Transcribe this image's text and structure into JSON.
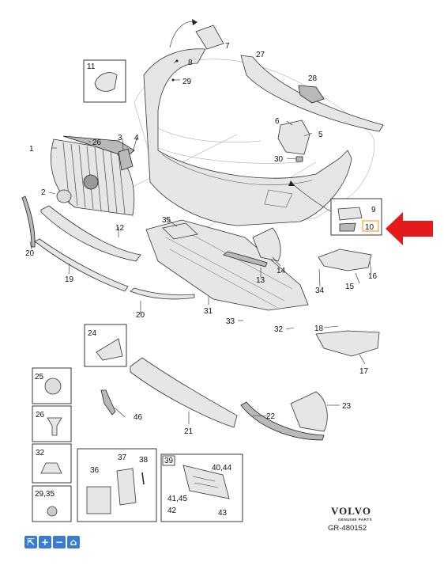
{
  "labels": {
    "n1": "1",
    "n2": "2",
    "n3": "3",
    "n4": "4",
    "n5": "5",
    "n6": "6",
    "n7": "7",
    "n8": "8",
    "n9": "9",
    "n10": "10",
    "n11": "11",
    "n12": "12",
    "n13": "13",
    "n14": "14",
    "n15": "15",
    "n16": "16",
    "n17": "17",
    "n18": "18",
    "n19": "19",
    "n20a": "20",
    "n20b": "20",
    "n21": "21",
    "n22": "22",
    "n23": "23",
    "n24": "24",
    "n25": "25",
    "n26a": "26",
    "n26b": "26",
    "n27": "27",
    "n28": "28",
    "n29": "29",
    "n30": "30",
    "n31": "31",
    "n32a": "32",
    "n32b": "32",
    "n33": "33",
    "n34": "34",
    "n35": "35",
    "n36": "36",
    "n37": "37",
    "n38": "38",
    "n39": "39",
    "n40": "40,44",
    "n41": "41,45",
    "n42": "42",
    "n43": "43",
    "n46": "46",
    "n2935": "29,35"
  },
  "brand": {
    "name": "VOLVO",
    "tagline": "GENUINE PARTS",
    "code": "GR-480152"
  },
  "colors": {
    "highlight_arrow": "#e31b1b",
    "selected_box": "#f5a623",
    "toolbar_blue": "#3a7bd5"
  },
  "toolbar": [
    {
      "icon": "cursor-icon",
      "glyph": "⇱"
    },
    {
      "icon": "zoom-in-icon",
      "glyph": "+"
    },
    {
      "icon": "zoom-out-icon",
      "glyph": "−"
    },
    {
      "icon": "home-icon",
      "glyph": "⌂"
    }
  ]
}
